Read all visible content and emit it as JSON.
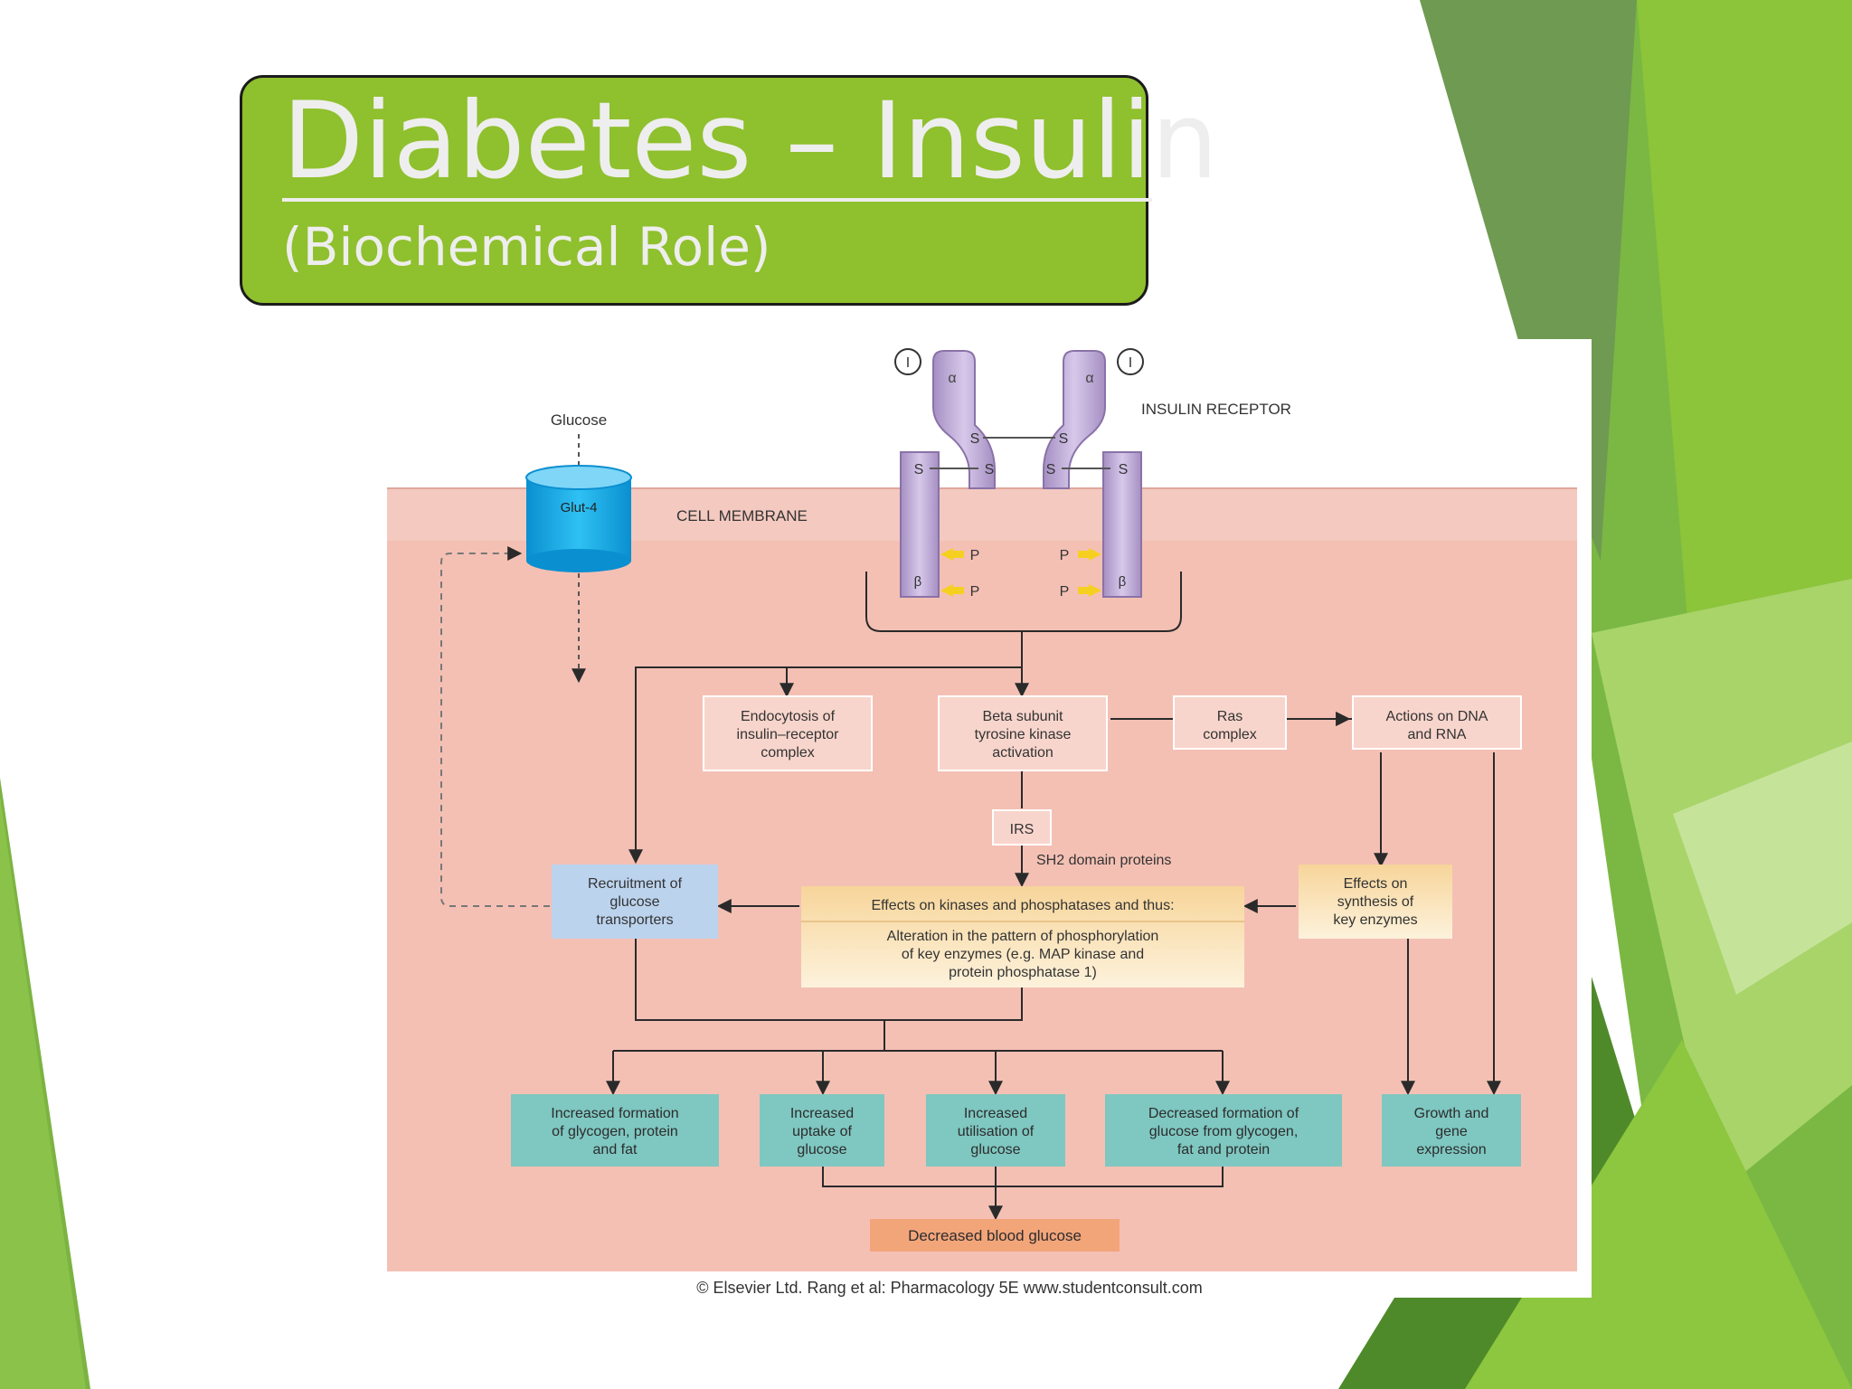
{
  "slide": {
    "title": "Diabetes – Insulin",
    "subtitle": "(Biochemical Role)",
    "colors": {
      "accent": "#8fc02d",
      "title_text": "#eeeeee",
      "membrane_pink": "#f3c4ba",
      "cyto_pink": "#f4c0b4"
    }
  },
  "diagram": {
    "glucose": "Glucose",
    "glut4": "Glut-4",
    "cell_membrane": "CELL MEMBRANE",
    "insulin_receptor": "INSULIN RECEPTOR",
    "insulin_symbol": "I",
    "alpha": "α",
    "beta": "β",
    "sulfur": "S",
    "phosphate": "P",
    "irs": "IRS",
    "sh2": "SH2 domain proteins",
    "endocytosis": [
      "Endocytosis of",
      "insulin–receptor",
      "complex"
    ],
    "beta_subunit": [
      "Beta subunit",
      "tyrosine kinase",
      "activation"
    ],
    "ras": [
      "Ras",
      "complex"
    ],
    "dna_rna": [
      "Actions on DNA",
      "and RNA"
    ],
    "recruitment": [
      "Recruitment of",
      "glucose",
      "transporters"
    ],
    "effects_kinases": "Effects on kinases and phosphatases and thus:",
    "alteration": [
      "Alteration in the pattern of phosphorylation",
      "of key enzymes (e.g. MAP kinase and",
      "protein phosphatase 1)"
    ],
    "effects_synthesis": [
      "Effects on",
      "synthesis of",
      "key enzymes"
    ],
    "out_glycogen": [
      "Increased formation",
      "of glycogen, protein",
      "and fat"
    ],
    "out_uptake": [
      "Increased",
      "uptake of",
      "glucose"
    ],
    "out_utilisation": [
      "Increased",
      "utilisation of",
      "glucose"
    ],
    "out_decreased_formation": [
      "Decreased formation of",
      "glucose from glycogen,",
      "fat and protein"
    ],
    "out_growth": [
      "Growth and",
      "gene",
      "expression"
    ],
    "decreased_blood_glucose": "Decreased blood glucose",
    "copyright": "© Elsevier Ltd. Rang et al: Pharmacology 5E www.studentconsult.com"
  }
}
